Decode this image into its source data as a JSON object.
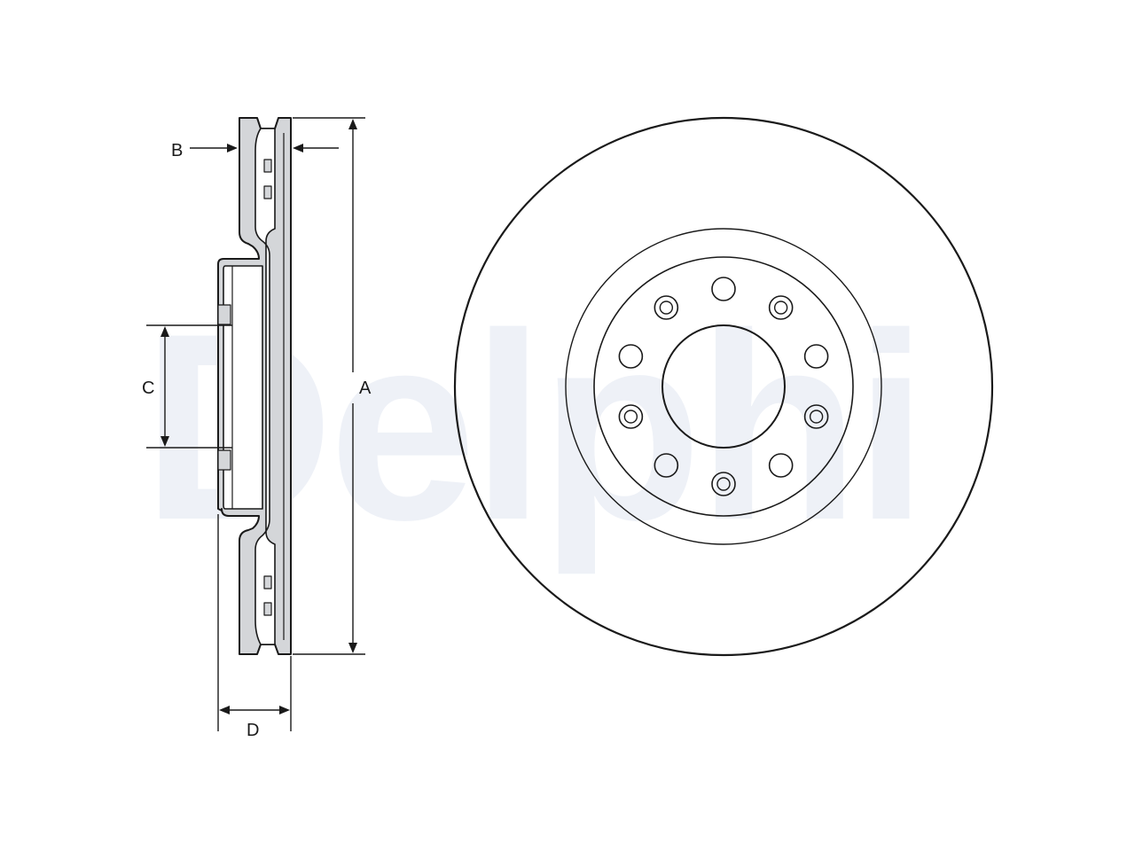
{
  "watermark": {
    "text": "Delphi"
  },
  "dimensions": {
    "a": "A",
    "b": "B",
    "c": "C",
    "d": "D"
  },
  "colors": {
    "line": "#1a1a1a",
    "fill": "#d4d6d9",
    "watermark": "#eef1f7"
  }
}
